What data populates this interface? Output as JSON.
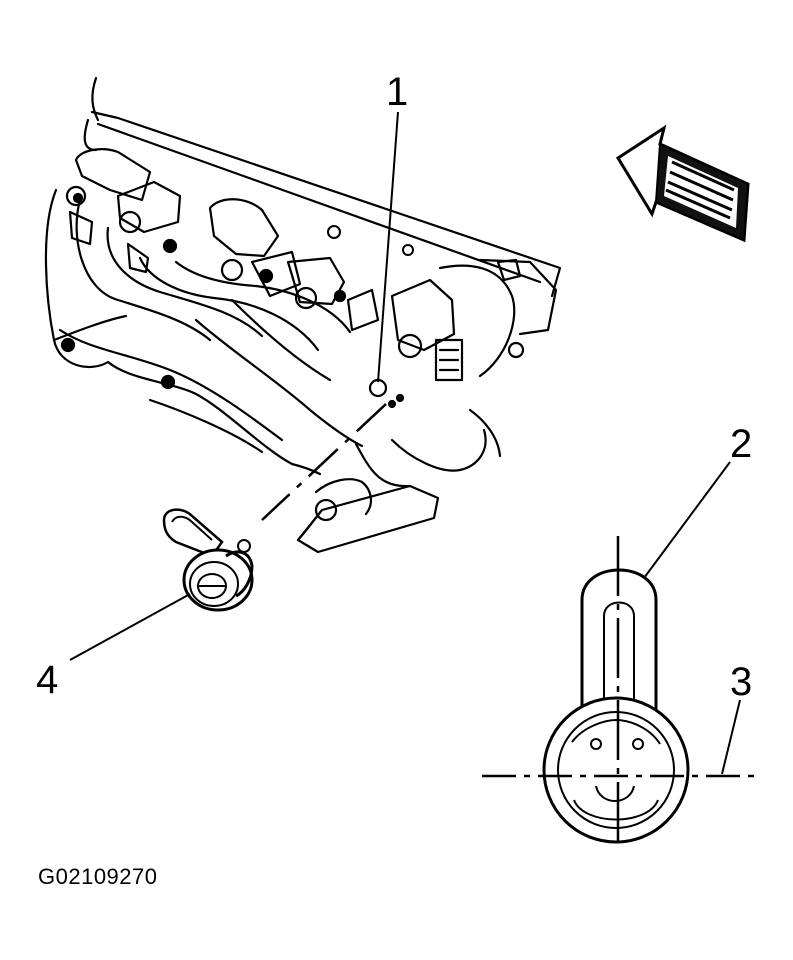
{
  "figure": {
    "id": "G02109270",
    "callouts": {
      "c1": "1",
      "c2": "2",
      "c3": "3",
      "c4": "4"
    },
    "parts": {
      "manifold": "intake-manifold-with-injectors",
      "sensor": "sensor-with-o-ring",
      "detail": "sensor-alignment-detail",
      "arrow": "front-direction-arrow"
    }
  }
}
